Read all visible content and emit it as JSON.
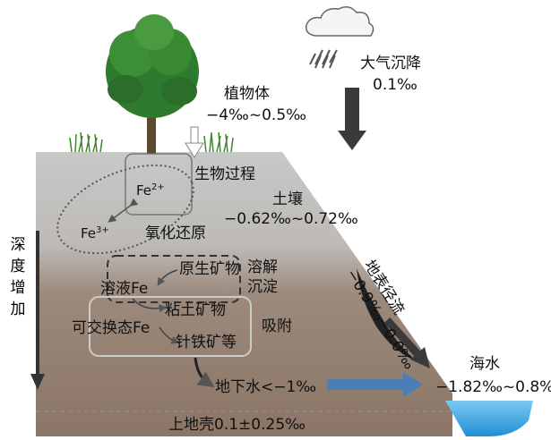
{
  "atmosphere": {
    "label": "大气沉降",
    "value": "0.1‰"
  },
  "plant": {
    "label": "植物体",
    "value": "−4‰~0.5‰"
  },
  "bio_process": {
    "label": "生物过程"
  },
  "fe2": {
    "base": "Fe",
    "sup": "2+"
  },
  "fe3": {
    "base": "Fe",
    "sup": "3+"
  },
  "redox": {
    "label": "氧化还原"
  },
  "soil": {
    "label": "土壤",
    "value": "−0.62‰~0.72‰"
  },
  "runoff": {
    "label": "地表径流",
    "value": "−0.9‰~0.0‰"
  },
  "depth": {
    "chars": [
      "深",
      "度",
      "增",
      "加"
    ]
  },
  "primary_mineral": {
    "label": "原生矿物"
  },
  "dissolve_precip": {
    "line1": "溶解",
    "line2": "沉淀"
  },
  "dissolved_fe": {
    "label": "溶液Fe"
  },
  "clay_mineral": {
    "label": "粘土矿物"
  },
  "exchangeable_fe": {
    "label": "可交换态Fe"
  },
  "goethite": {
    "label": "针铁矿等"
  },
  "adsorption": {
    "label": "吸附"
  },
  "groundwater": {
    "label": "地下水<−1‰"
  },
  "seawater": {
    "label": "海水",
    "value": "−1.82‰~0.8‰"
  },
  "upper_crust": {
    "label": "上地壳0.1±0.25‰"
  },
  "colors": {
    "sky": "#ffffff",
    "soil_top": "#c4c4c4",
    "soil_bottom": "#8f7b6d",
    "arrow_dark": "#3a3a3a",
    "groundwater_arrow": "#4a7fb5",
    "sea": "#3fa9e6"
  }
}
